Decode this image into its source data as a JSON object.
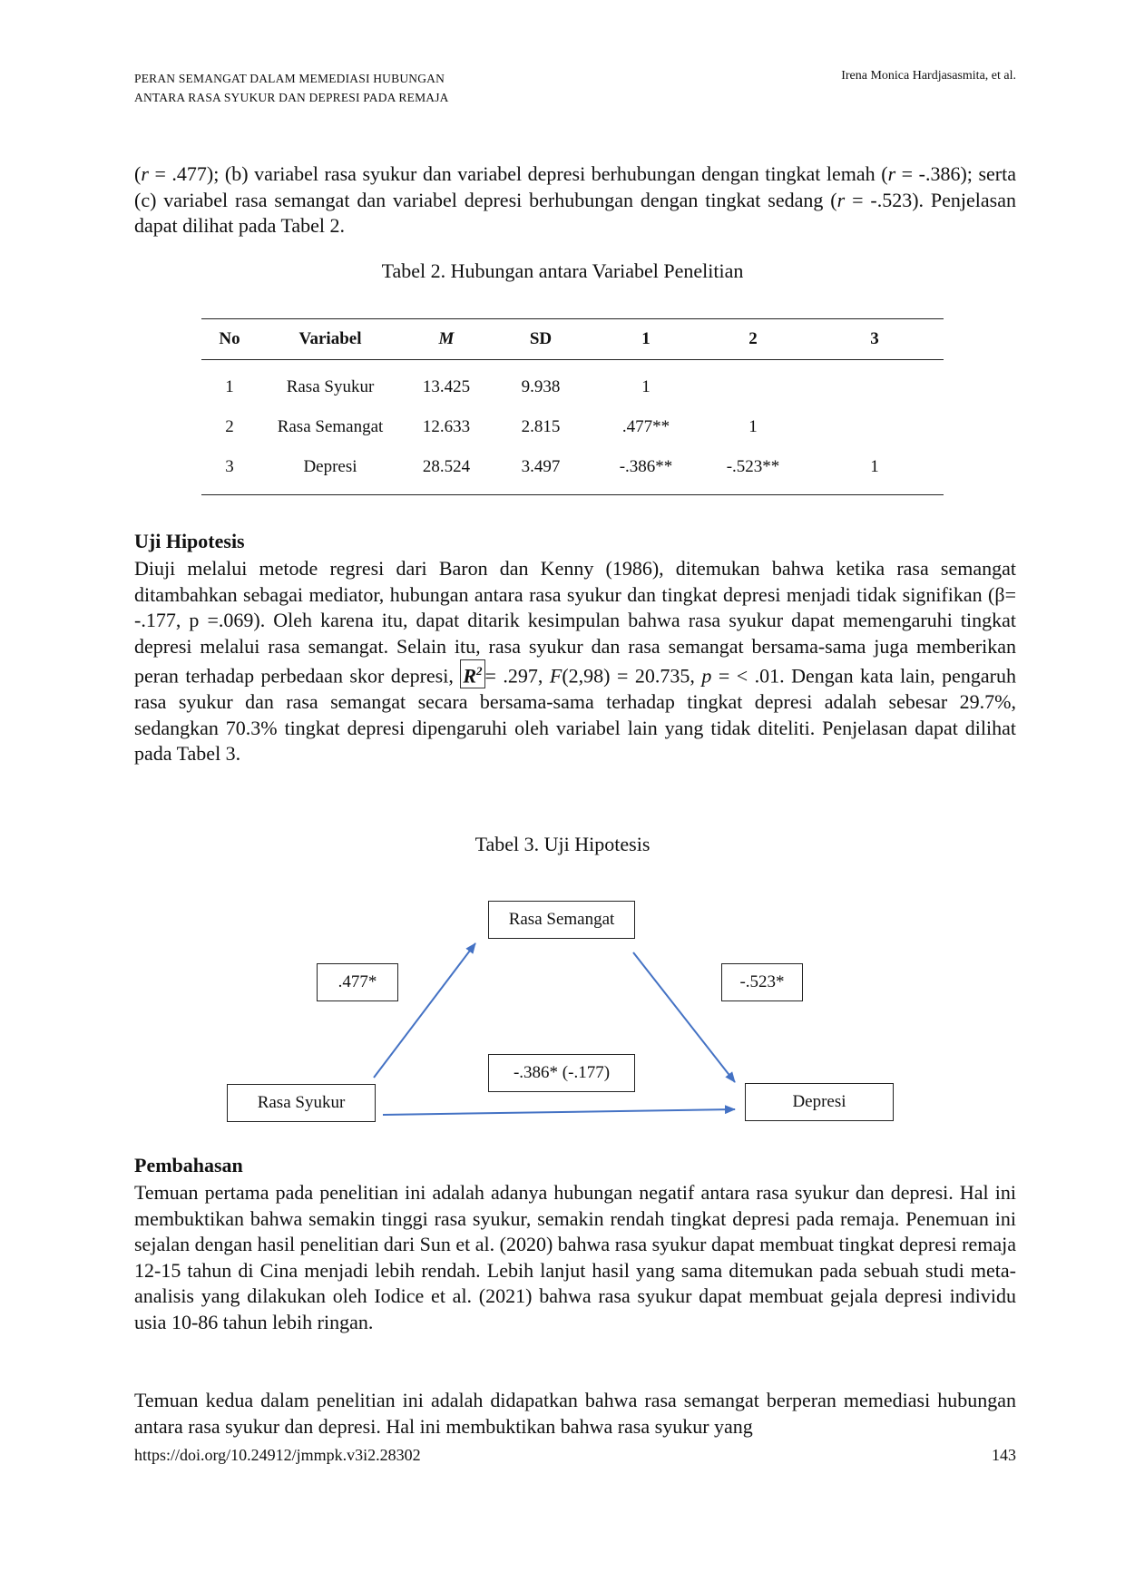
{
  "header": {
    "title_line1": "PERAN SEMANGAT DALAM MEMEDIASI HUBUNGAN",
    "title_line2": "ANTARA RASA SYUKUR DAN DEPRESI PADA REMAJA",
    "authors": "Irena Monica Hardjasasmita, et al."
  },
  "intro": {
    "r1_var": "r",
    "r1_text": " = .477); (b) variabel rasa syukur dan variabel depresi berhubungan dengan tingkat lemah (",
    "r2_var": "r",
    "r2_text": " = -.386); serta (c) variabel rasa semangat dan variabel depresi berhubungan dengan tingkat sedang (",
    "r3_var": "r",
    "r3_text": " = -.523). Penjelasan dapat dilihat pada Tabel 2."
  },
  "table2": {
    "caption": "Tabel 2. Hubungan antara Variabel Penelitian",
    "headers": [
      "No",
      "Variabel",
      "M",
      "SD",
      "1",
      "2",
      "3"
    ],
    "rows": [
      [
        "1",
        "Rasa Syukur",
        "13.425",
        "9.938",
        "1",
        "",
        ""
      ],
      [
        "2",
        "Rasa Semangat",
        "12.633",
        "2.815",
        ".477**",
        "1",
        ""
      ],
      [
        "3",
        "Depresi",
        "28.524",
        "3.497",
        "-.386**",
        "-.523**",
        "1"
      ]
    ]
  },
  "uji": {
    "heading": "Uji Hipotesis",
    "text_a": "Diuji melalui metode regresi dari Baron dan Kenny (1986), ditemukan bahwa ketika rasa semangat ditambahkan sebagai mediator, hubungan antara rasa syukur dan tingkat depresi menjadi tidak signifikan (β= -.177, p =.069). Oleh karena itu, dapat ditarik kesimpulan bahwa rasa syukur dapat memengaruhi tingkat depresi melalui rasa semangat. Selain itu, rasa syukur dan rasa semangat bersama-sama juga memberikan peran terhadap perbedaan skor depresi, ",
    "r2_base": "R",
    "r2_sup": "2",
    "text_b": "= .297, ",
    "f_var": "F",
    "text_c": "(2,98) = 20.735, ",
    "p_var": "p",
    "text_d": " = < .01. Dengan kata lain, pengaruh rasa syukur dan rasa semangat secara bersama-sama terhadap tingkat depresi adalah sebesar 29.7%, sedangkan 70.3% tingkat depresi dipengaruhi oleh variabel lain yang tidak diteliti. Penjelasan dapat dilihat pada Tabel 3."
  },
  "table3": {
    "caption": "Tabel 3. Uji Hipotesis",
    "node_mediator": "Rasa Semangat",
    "node_predictor": "Rasa Syukur",
    "node_outcome": "Depresi",
    "path_a": ".477*",
    "path_b": "-.523*",
    "path_c": "-.386* (-.177)"
  },
  "pembahasan": {
    "heading": "Pembahasan",
    "para1": "Temuan pertama pada penelitian ini adalah adanya hubungan negatif antara rasa syukur dan depresi. Hal ini membuktikan bahwa semakin tinggi rasa syukur, semakin rendah tingkat depresi pada remaja. Penemuan ini sejalan dengan hasil penelitian dari Sun et al. (2020) bahwa rasa syukur dapat membuat tingkat depresi remaja 12-15 tahun di Cina menjadi lebih rendah. Lebih lanjut hasil yang sama ditemukan pada sebuah studi meta-analisis yang dilakukan oleh Iodice et al. (2021) bahwa rasa syukur dapat membuat gejala depresi individu usia 10-86 tahun lebih ringan.",
    "para2": "Temuan kedua dalam penelitian ini adalah didapatkan bahwa rasa semangat berperan memediasi hubungan antara rasa syukur dan depresi. Hal ini membuktikan bahwa rasa syukur yang"
  },
  "footer": {
    "doi": "https://doi.org/10.24912/jmmpk.v3i2.28302",
    "page": "143"
  },
  "colors": {
    "arrow": "#4472c4"
  }
}
